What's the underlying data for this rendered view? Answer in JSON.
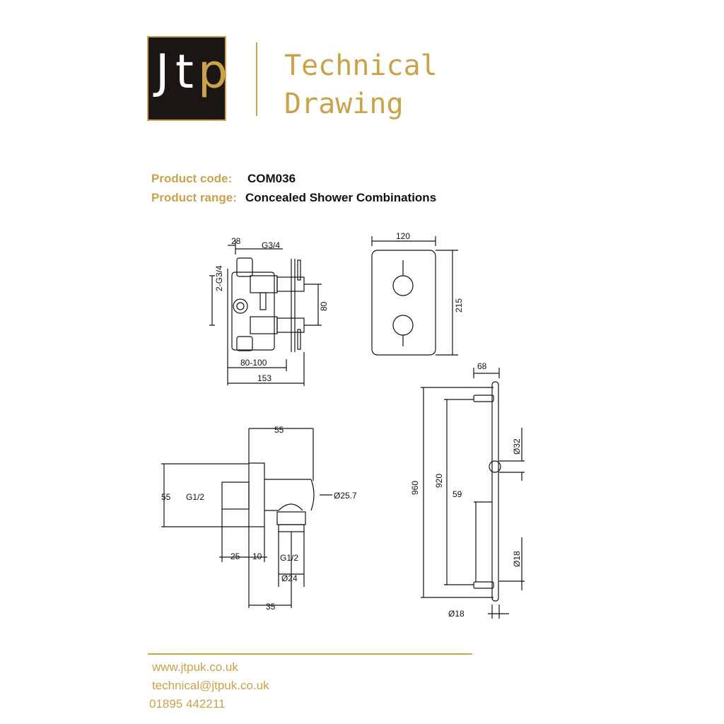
{
  "header": {
    "logo": {
      "letters": [
        "J",
        "t",
        "p"
      ],
      "gold": "#c9a24a",
      "background": "#1b1614"
    },
    "title_line1": "Technical",
    "title_line2": "Drawing"
  },
  "product": {
    "code_label": "Product code:",
    "code_value": "COM036",
    "range_label": "Product range:",
    "range_value": "Concealed Shower Combinations"
  },
  "drawing": {
    "valve_side": {
      "dim_28": "28",
      "dim_g34": "G3/4",
      "dim_2g34": "2-G3/4",
      "dim_80": "80",
      "dim_80_100": "80-100",
      "dim_153": "153"
    },
    "valve_front": {
      "dim_120": "120",
      "dim_215": "215"
    },
    "outlet": {
      "dim_55_top": "55",
      "dim_55_left": "55",
      "thread_in": "G1/2",
      "dia_25_7": "Ø25.7",
      "dim_25": "25",
      "dim_10": "10",
      "thread_out": "G1/2",
      "dia_24": "Ø24",
      "dim_35": "35"
    },
    "rail": {
      "dim_68": "68",
      "dia_32": "Ø32",
      "dim_960": "960",
      "dim_920": "920",
      "dim_59": "59",
      "dia_18_right": "Ø18",
      "dia_18_bottom": "Ø18"
    }
  },
  "contact": {
    "website": "www.jtpuk.co.uk",
    "email": "technical@jtpuk.co.uk",
    "phone": "01895 442211"
  },
  "colors": {
    "gold": "#c9a24a",
    "ink": "#111111"
  }
}
